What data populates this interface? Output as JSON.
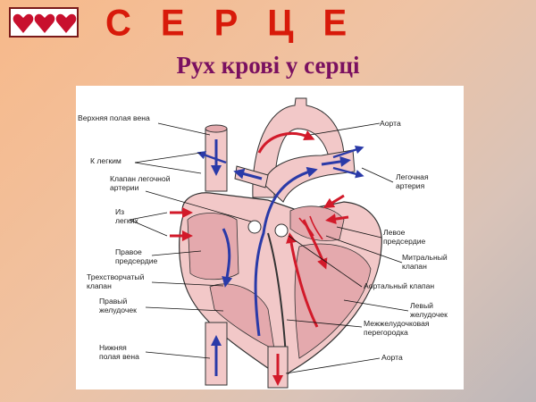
{
  "header": {
    "hearts_icon": "three-hearts-icon",
    "title": "СЕРЦЕ",
    "title_color": "#d81a0a",
    "subtitle": "Рух крові у серці",
    "subtitle_color": "#7a1060"
  },
  "diagram": {
    "labels": {
      "superior_vena_cava": "Верхняя полая вена",
      "to_lungs": "К легким",
      "pulmonary_valve": "Клапан легочной\nартерии",
      "from_lungs": "Из\nлегких",
      "right_atrium": "Правое\nпредсердие",
      "tricuspid_valve": "Трехстворчатый\nклапан",
      "right_ventricle": "Правый\nжелудочек",
      "inferior_vena_cava": "Нижняя\nполая вена",
      "aorta_top": "Аорта",
      "pulmonary_artery": "Легочная\nартерия",
      "left_atrium": "Левое\nпредсердие",
      "mitral_valve": "Митральный\nклапан",
      "aortic_valve": "Аортальный клапан",
      "left_ventricle": "Левый\nжелудочек",
      "septum": "Межжелудочковая\nперегородка",
      "aorta_bottom": "Аорта"
    },
    "colors": {
      "tissue": "#f2c8c8",
      "tissue_dark": "#e4a9ad",
      "venous_arrow": "#2a3aa8",
      "arterial_arrow": "#d21a2a"
    }
  }
}
